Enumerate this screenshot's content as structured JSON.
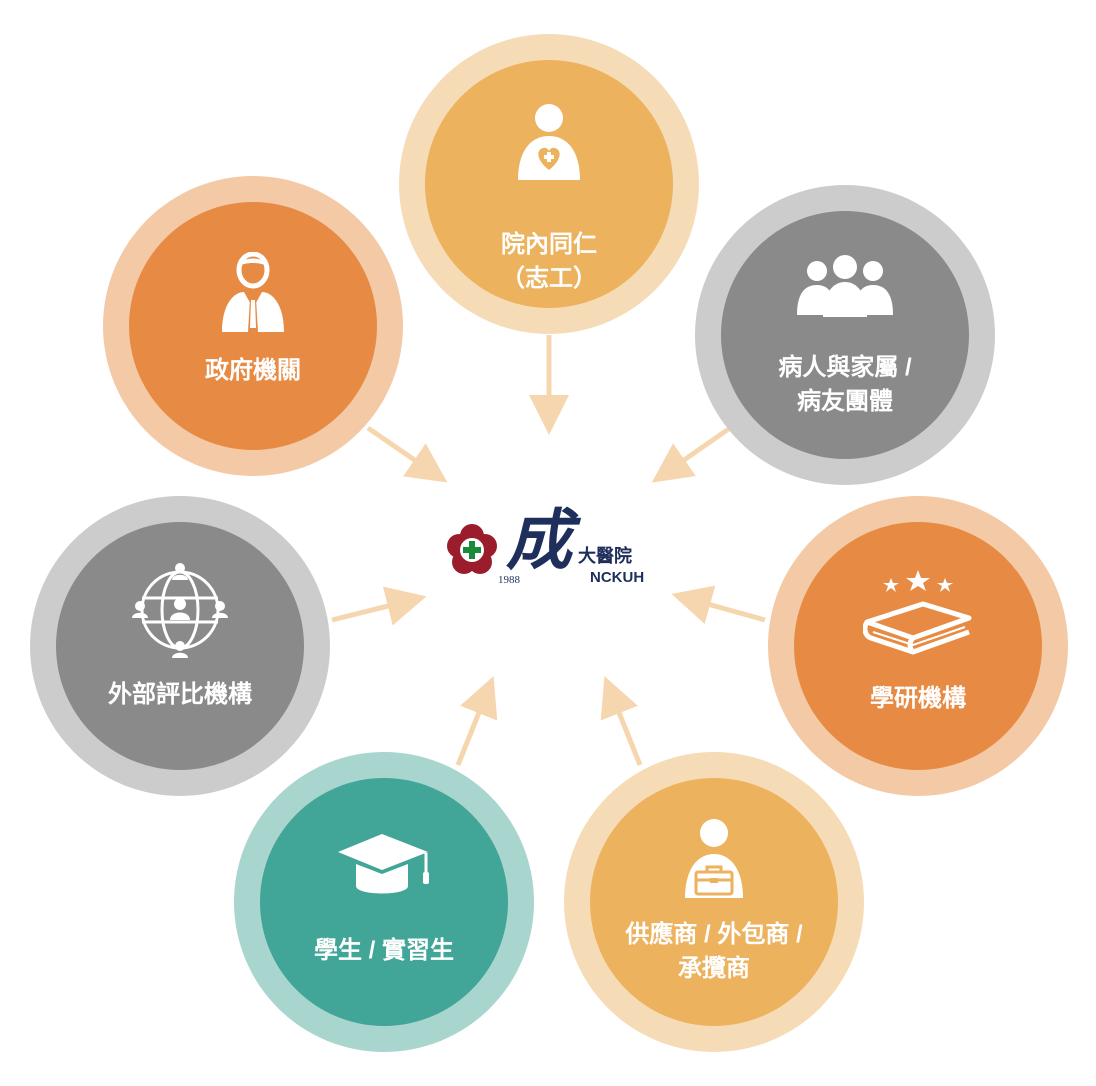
{
  "center_logo": {
    "calligraphy": "成",
    "name_small": "大醫院",
    "brand": "NCKUH",
    "year": "1988"
  },
  "nodes": [
    {
      "id": "staff",
      "label_line1": "院內同仁",
      "label_line2": "（志工）",
      "icon": "staff-heart-icon",
      "outer_color": "#f6dcb6",
      "inner_color": "#ecb25e"
    },
    {
      "id": "patients",
      "label_line1": "病人與家屬 /",
      "label_line2": "病友團體",
      "icon": "group-people-icon",
      "outer_color": "#cccccc",
      "inner_color": "#8a8a8a"
    },
    {
      "id": "research",
      "label_line1": "學研機構",
      "label_line2": "",
      "icon": "book-stars-icon",
      "outer_color": "#f4c9a6",
      "inner_color": "#e78b44"
    },
    {
      "id": "suppliers",
      "label_line1": "供應商 / 外包商 /",
      "label_line2": "承攬商",
      "icon": "person-briefcase-icon",
      "outer_color": "#f6dcb6",
      "inner_color": "#ecb25e"
    },
    {
      "id": "students",
      "label_line1": "學生 / 實習生",
      "label_line2": "",
      "icon": "graduation-cap-icon",
      "outer_color": "#a9d5cf",
      "inner_color": "#41a597"
    },
    {
      "id": "external",
      "label_line1": "外部評比機構",
      "label_line2": "",
      "icon": "network-globe-icon",
      "outer_color": "#cccccc",
      "inner_color": "#8a8a8a"
    },
    {
      "id": "government",
      "label_line1": "政府機關",
      "label_line2": "",
      "icon": "official-person-icon",
      "outer_color": "#f4c9a6",
      "inner_color": "#e78b44"
    }
  ],
  "colors": {
    "arrow": "#f6d6ae",
    "logo_navy": "#1e2f5c",
    "logo_red": "#9b1c2c",
    "logo_green": "#1a8a3a"
  }
}
